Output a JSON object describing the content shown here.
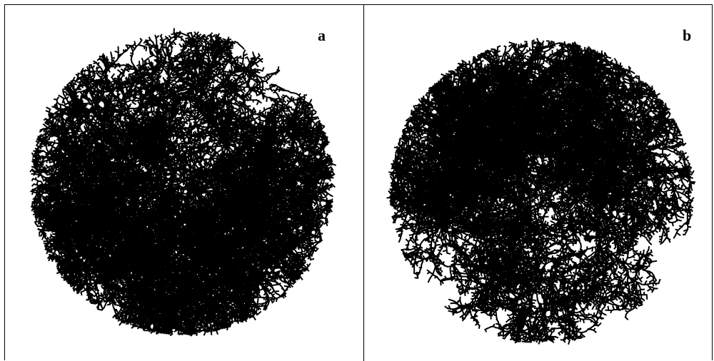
{
  "panels": [
    {
      "label": "a",
      "pattern": "radial-dendritic-aggregate"
    },
    {
      "label": "b",
      "pattern": "spiral-dendritic-aggregate"
    }
  ],
  "colors": {
    "ink": "#000000",
    "background": "#ffffff"
  }
}
